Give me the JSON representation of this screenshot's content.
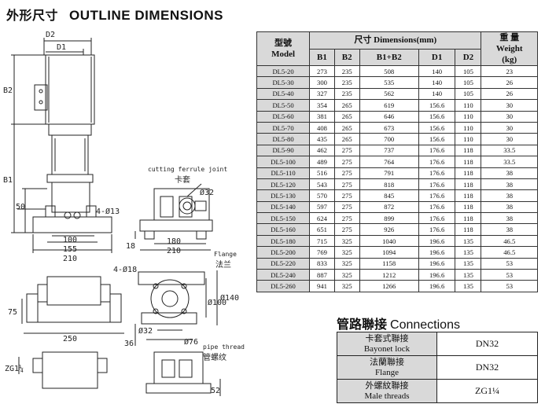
{
  "title": {
    "cn": "外形尺寸",
    "en": "OUTLINE DIMENSIONS"
  },
  "drawing": {
    "labels": {
      "d2": "D2",
      "d1": "D1",
      "b2": "B2",
      "b1": "B1",
      "h50": "50",
      "hole13": "4-Ø13",
      "w100": "100",
      "w155": "155",
      "w210a": "210",
      "ferrule_en": "cutting ferrule joint",
      "ferrule_cn": "卡套",
      "d32a": "Ø32",
      "h18": "18",
      "w180": "180",
      "w210b": "210",
      "flange_en": "Flange",
      "flange_cn": "法兰",
      "hole18": "4-Ø18",
      "h75": "75",
      "w250": "250",
      "d100": "Ø100",
      "d140": "Ø140",
      "h36": "36",
      "d32b": "Ø32",
      "d76": "Ø76",
      "pipe_en": "pipe thread",
      "pipe_cn": "管螺纹",
      "zg": "ZG1¼",
      "h52": "52"
    }
  },
  "dimensions": {
    "header": {
      "model_cn": "型號",
      "model_en": "Model",
      "dims_cn": "尺寸",
      "dims_en": "Dimensions(mm)",
      "weight_cn": "重  量",
      "weight_en": "Weight",
      "weight_unit": "(kg)",
      "cols": [
        "B1",
        "B2",
        "B1+B2",
        "D1",
        "D2"
      ]
    },
    "rows": [
      [
        "DL5-20",
        "273",
        "235",
        "508",
        "140",
        "105",
        "23"
      ],
      [
        "DL5-30",
        "300",
        "235",
        "535",
        "140",
        "105",
        "26"
      ],
      [
        "DL5-40",
        "327",
        "235",
        "562",
        "140",
        "105",
        "26"
      ],
      [
        "DL5-50",
        "354",
        "265",
        "619",
        "156.6",
        "110",
        "30"
      ],
      [
        "DL5-60",
        "381",
        "265",
        "646",
        "156.6",
        "110",
        "30"
      ],
      [
        "DL5-70",
        "408",
        "265",
        "673",
        "156.6",
        "110",
        "30"
      ],
      [
        "DL5-80",
        "435",
        "265",
        "700",
        "156.6",
        "110",
        "30"
      ],
      [
        "DL5-90",
        "462",
        "275",
        "737",
        "176.6",
        "118",
        "33.5"
      ],
      [
        "DL5-100",
        "489",
        "275",
        "764",
        "176.6",
        "118",
        "33.5"
      ],
      [
        "DL5-110",
        "516",
        "275",
        "791",
        "176.6",
        "118",
        "38"
      ],
      [
        "DL5-120",
        "543",
        "275",
        "818",
        "176.6",
        "118",
        "38"
      ],
      [
        "DL5-130",
        "570",
        "275",
        "845",
        "176.6",
        "118",
        "38"
      ],
      [
        "DL5-140",
        "597",
        "275",
        "872",
        "176.6",
        "118",
        "38"
      ],
      [
        "DL5-150",
        "624",
        "275",
        "899",
        "176.6",
        "118",
        "38"
      ],
      [
        "DL5-160",
        "651",
        "275",
        "926",
        "176.6",
        "118",
        "38"
      ],
      [
        "DL5-180",
        "715",
        "325",
        "1040",
        "196.6",
        "135",
        "46.5"
      ],
      [
        "DL5-200",
        "769",
        "325",
        "1094",
        "196.6",
        "135",
        "46.5"
      ],
      [
        "DL5-220",
        "833",
        "325",
        "1158",
        "196.6",
        "135",
        "53"
      ],
      [
        "DL5-240",
        "887",
        "325",
        "1212",
        "196.6",
        "135",
        "53"
      ],
      [
        "DL5-260",
        "941",
        "325",
        "1266",
        "196.6",
        "135",
        "53"
      ]
    ]
  },
  "connections": {
    "title_cn": "管路聯接",
    "title_en": "Connections",
    "rows": [
      {
        "cn": "卡套式聯接",
        "en": "Bayonet lock",
        "value": "DN32"
      },
      {
        "cn": "法蘭聯接",
        "en": "Flange",
        "value": "DN32"
      },
      {
        "cn": "外螺紋聯接",
        "en": "Male threads",
        "value": "ZG1¼"
      }
    ]
  }
}
